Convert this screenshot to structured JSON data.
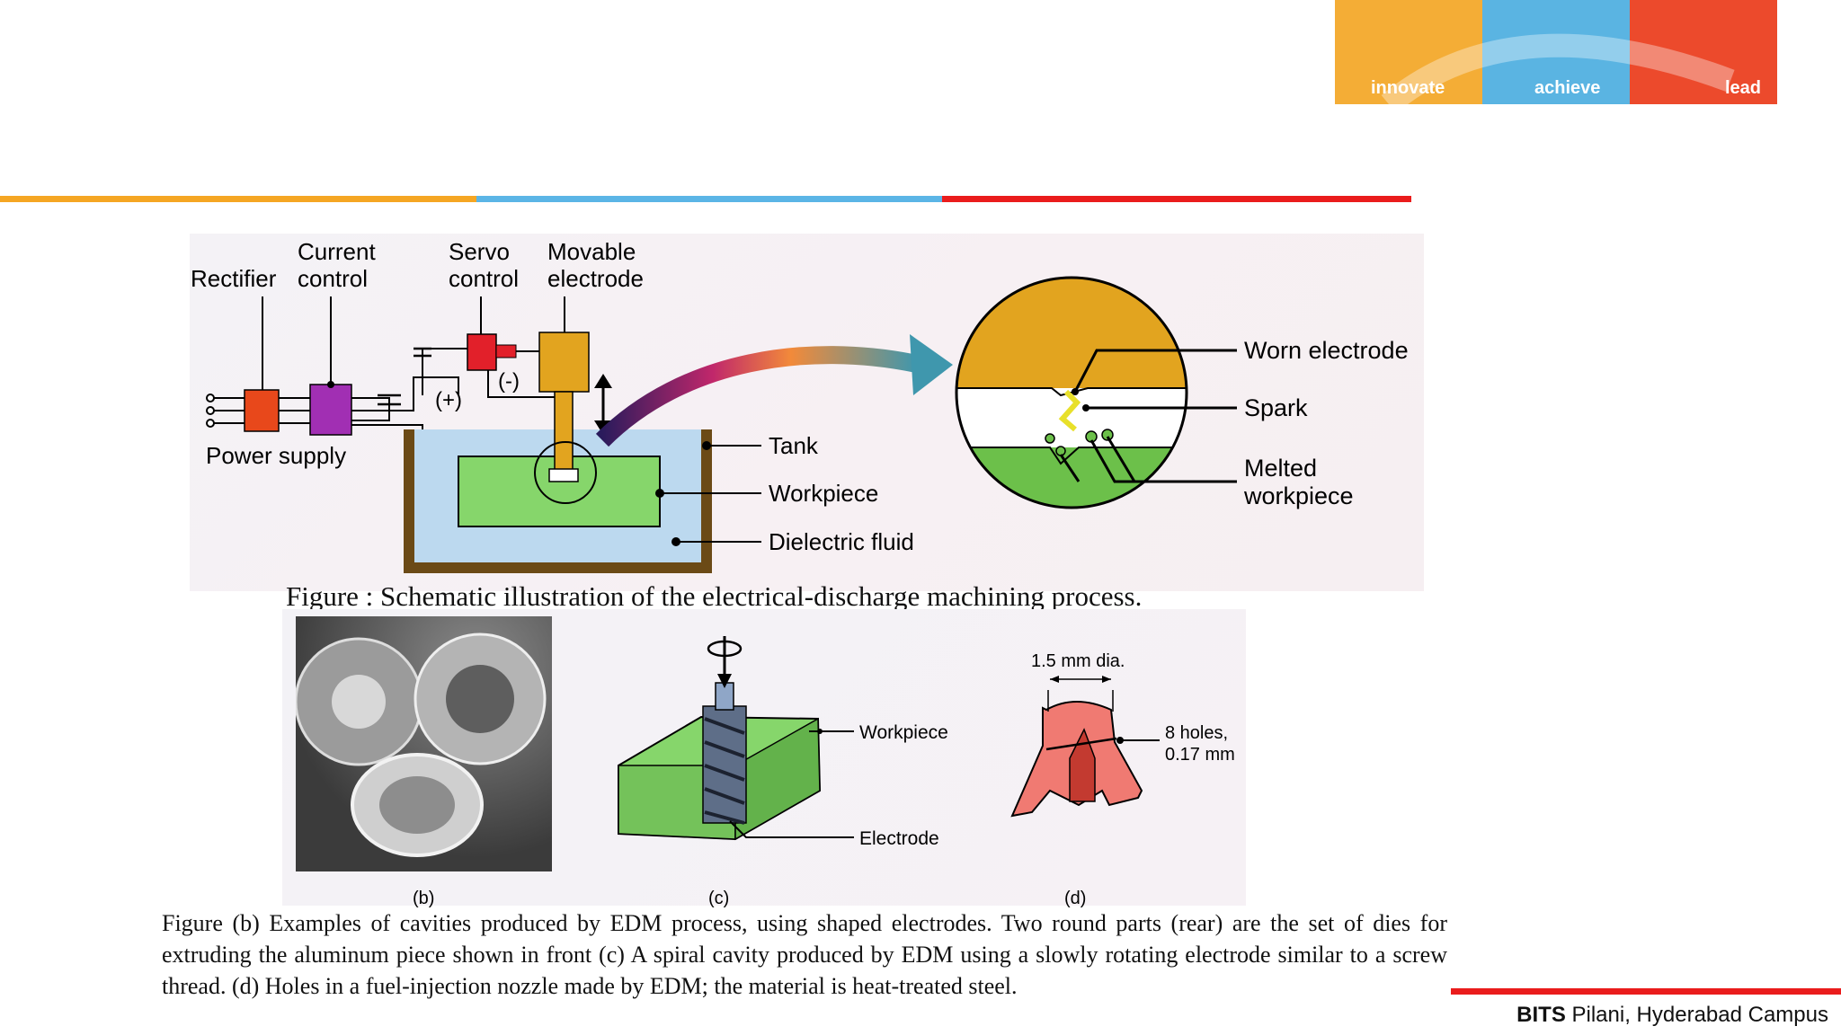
{
  "logo": {
    "innovate": "innovate",
    "achieve": "achieve",
    "lead": "lead"
  },
  "top_diagram": {
    "labels": {
      "rectifier": "Rectifier",
      "current_control_1": "Current",
      "current_control_2": "control",
      "servo_control_1": "Servo",
      "servo_control_2": "control",
      "movable_electrode_1": "Movable",
      "movable_electrode_2": "electrode",
      "plus": "(+)",
      "minus": "(-)",
      "power_supply": "Power supply",
      "tank": "Tank",
      "workpiece": "Workpiece",
      "dielectric_fluid": "Dielectric fluid",
      "worn_electrode": "Worn electrode",
      "spark": "Spark",
      "melted_1": "Melted",
      "melted_2": "workpiece"
    },
    "caption": "Figure : Schematic illustration of the electrical-discharge machining process."
  },
  "bottom_diagram": {
    "labels": {
      "b": "(b)",
      "c": "(c)",
      "d": "(d)",
      "workpiece": "Workpiece",
      "electrode": "Electrode",
      "dia": "1.5 mm dia.",
      "holes_1": "8 holes,",
      "holes_2": "0.17 mm"
    }
  },
  "caption_b": "Figure (b)  Examples of cavities produced by EDM process, using shaped electrodes.  Two round parts (rear) are the set of dies for extruding the aluminum piece shown in front    (c)  A spiral cavity produced by EDM using a slowly rotating electrode similar to a screw thread.  (d)  Holes in a fuel-injection nozzle made by EDM; the material is heat-treated steel.",
  "footer": {
    "bold": "BITS",
    "rest": " Pilani, Hyderabad Campus"
  },
  "colors": {
    "orange": "#f5a623",
    "blue": "#5bb5e6",
    "red": "#ea1c1c",
    "electrode": "#e2a41f",
    "workpiece_green": "#86d66b",
    "fluid_blue": "#bcd9ef"
  }
}
